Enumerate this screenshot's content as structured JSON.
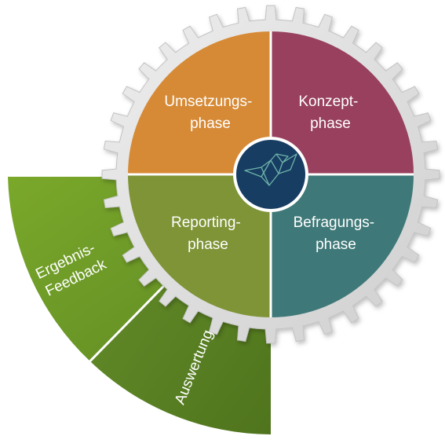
{
  "quadrants": {
    "top_left": {
      "line1": "Umsetzungs-",
      "line2": "phase",
      "color": "#d68a36"
    },
    "top_right": {
      "line1": "Konzept-",
      "line2": "phase",
      "color": "#98405e"
    },
    "bottom_left": {
      "line1": "Reporting-",
      "line2": "phase",
      "color": "#7f9437"
    },
    "bottom_right": {
      "line1": "Befragungs-",
      "line2": "phase",
      "color": "#3f7878"
    }
  },
  "outer_segments": {
    "upper": {
      "line1": "Ergebnis-",
      "line2": "Feedback",
      "color": "#6f9a27"
    },
    "lower": {
      "text": "Auswertung",
      "color": "#5b7f22"
    }
  },
  "center": {
    "icon": "origami-bird-icon",
    "color": "#173d63"
  },
  "gear": {
    "color": "#d8d8d8"
  }
}
